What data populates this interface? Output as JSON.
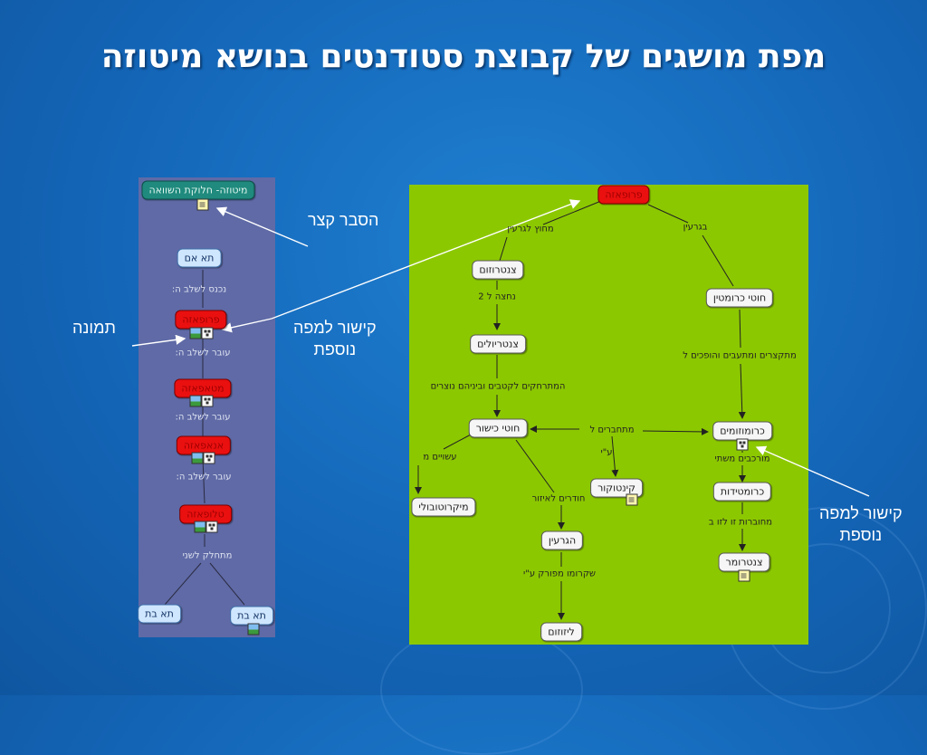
{
  "title": "מפת מושגים של קבוצת סטודנטים בנושא מיטוזה",
  "annotations": {
    "short_explanation": "הסבר קצר",
    "image": "תמונה",
    "link_more_map_1": "קישור למפה",
    "link_more_map_2": "נוספת",
    "link_more_map_right_1": "קישור למפה",
    "link_more_map_right_2": "נוספת"
  },
  "left_map": {
    "nodes": {
      "mitosis": "מיטוזה- חלוקת השוואה",
      "mother_cell": "תא אם",
      "prophase": "פרופאזה",
      "metaphase": "מטאפאזה",
      "anaphase": "אנאפאזה",
      "telophase": "טלופאזה",
      "daughter_left": "תא בת",
      "daughter_right": "תא בת"
    },
    "links": {
      "enters_stage": "נכנס לשלב ה:",
      "passes_1": "עובר לשלב ה:",
      "passes_2": "עובר לשלב ה:",
      "passes_3": "עובר לשלב ה:",
      "divides_two": "מתחלק לשני"
    }
  },
  "right_map": {
    "nodes": {
      "prophase": "פרופאזה",
      "centrosome": "צנטרוזום",
      "chromatin": "חוטי כרומטין",
      "centrioles": "צנטריולים",
      "spindle": "חוטי כישור",
      "chromosomes": "כרומוזומים",
      "kinetochore": "קינטוקור",
      "chromatid": "כרומטידות",
      "microtubules": "מיקרוטובולי",
      "nucleus": "הגרעין",
      "centromere": "צנטרומר",
      "lysosomes": "ליזוזום"
    },
    "links": {
      "outside_nucleus": "מחוץ לגרעין",
      "nucleus": "בגרעין",
      "splits_2": "נחצה ל 2",
      "condense": "מתקצרים ומתעבים והופכים ל",
      "move_apart": "המתרחקים לקטבים וביניהם נוצרים",
      "connect_to": "מתחברים ל",
      "by": "ע\"י",
      "made_of": "עשויים מ",
      "penetrate": "חודרים לאיזור",
      "composed": "מורכבים משתי",
      "connected": "מחוברות זו לזו ב",
      "membrane": "שקרומו מפורק ע\"י"
    }
  }
}
